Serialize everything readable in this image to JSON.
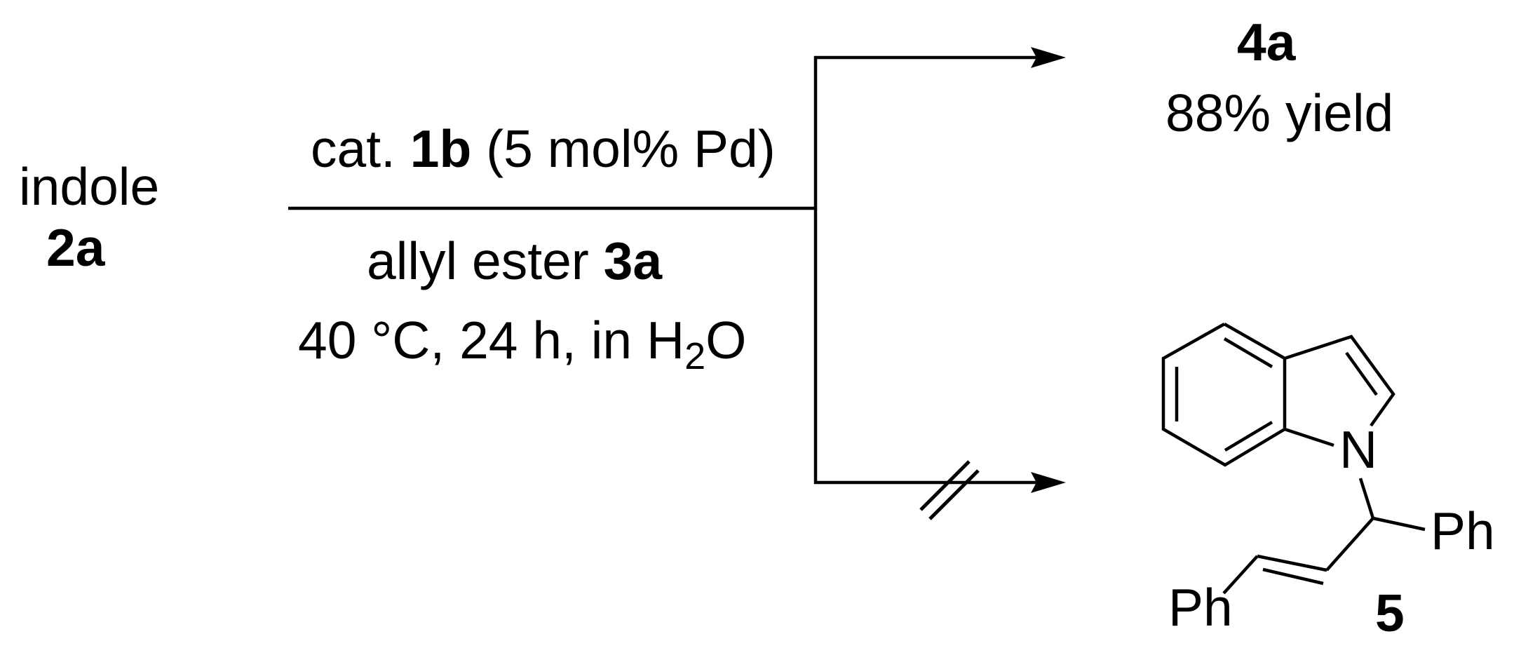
{
  "scheme": {
    "reactant": {
      "name": "indole",
      "label": "2a"
    },
    "conditions": {
      "above_arrow": {
        "prefix": "cat. ",
        "catalyst_label": "1b",
        "suffix": " (5 mol% Pd)"
      },
      "below_arrow": {
        "reagent_prefix": "allyl ester ",
        "reagent_label": "3a",
        "line2_prefix": "40 °C, 24 h, in H",
        "line2_sub": "2",
        "line2_suffix": "O"
      }
    },
    "products": [
      {
        "label": "4a",
        "yield_text": "88% yield",
        "arrow": "forward"
      },
      {
        "label": "5",
        "arrow": "no-reaction (crossed arrow)",
        "structure": {
          "atom_labels": {
            "nitrogen": "N",
            "phenyl_right": "Ph",
            "phenyl_left": "Ph"
          },
          "description": "N-allylated indole: 1-(1,3-diphenylallyl)-1H-indole"
        }
      }
    ],
    "colors": {
      "ink": "#000000",
      "background": "#ffffff"
    }
  }
}
